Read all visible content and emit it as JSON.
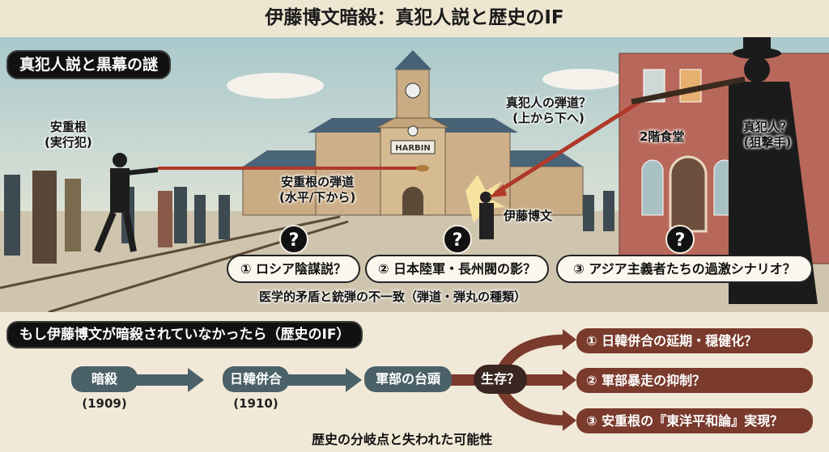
{
  "title": "伊藤博文暗殺：真犯人説と歴史のIF",
  "scene": {
    "section_label": "真犯人説と黒幕の謎",
    "station_sign": "HARBIN",
    "an_label": "安重根\n(実行犯)",
    "an_label_1": "安重根",
    "an_label_2": "(実行犯)",
    "an_trajectory_1": "安重根の弾道",
    "an_trajectory_2": "(水平/下から)",
    "true_trajectory_1": "真犯人の弾道？",
    "true_trajectory_2": "(上から下へ)",
    "second_floor": "2階食堂",
    "sniper_1": "真犯人？",
    "sniper_2": "(狙撃手)",
    "ito_label": "伊藤博文",
    "question_mark": "?",
    "theories": [
      "① ロシア陰謀説？",
      "② 日本陸軍・長州閥の影？",
      "③ アジア主義者たちの過激シナリオ？"
    ],
    "caption": "医学的矛盾と銃弾の不一致（弾道・弾丸の種類）"
  },
  "ifsection": {
    "label": "もし伊藤博文が暗殺されていなかったら（歴史のIF）",
    "flow": [
      {
        "label": "暗殺",
        "year": "(1909)"
      },
      {
        "label": "日韓併合",
        "year": "(1910)"
      },
      {
        "label": "軍部の台頭"
      }
    ],
    "branch": "生存？",
    "outcomes": [
      "① 日韓併合の延期・穏健化？",
      "② 軍部暴走の抑制？",
      "③ 安重根の『東洋平和論』実現？"
    ],
    "caption": "歴史の分岐点と失われた可能性"
  },
  "colors": {
    "flow": "#4b6168",
    "outcome": "#7a3a2c",
    "trajectory": "#b0392a"
  }
}
